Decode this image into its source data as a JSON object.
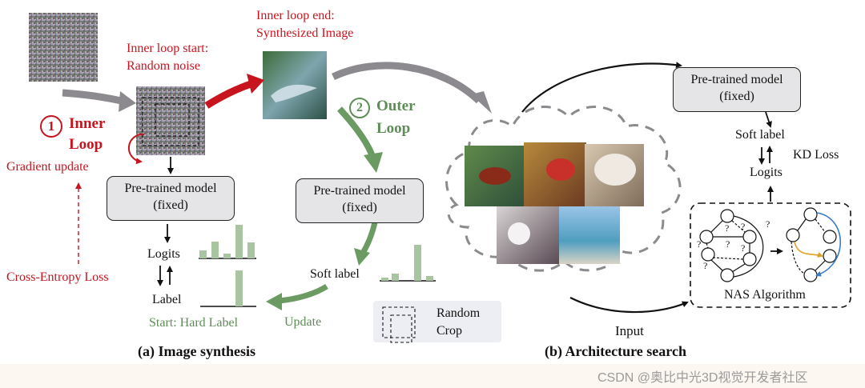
{
  "left": {
    "inner_start": [
      "Inner loop start:",
      "Random noise"
    ],
    "inner_end": [
      "Inner loop end:",
      "Synthesized Image"
    ],
    "step1_number": "1",
    "step1_label": [
      "Inner",
      "Loop"
    ],
    "gradient_update": "Gradient update",
    "cross_entropy": "Cross-Entropy Loss",
    "model_box": [
      "Pre-trained model",
      "(fixed)"
    ],
    "logits": "Logits",
    "label": "Label",
    "start_hard_label": "Start: Hard Label",
    "caption": "(a) Image synthesis"
  },
  "middle": {
    "step2_number": "2",
    "step2_label": [
      "Outer",
      "Loop"
    ],
    "model_box": [
      "Pre-trained model",
      "(fixed)"
    ],
    "soft_label": "Soft label",
    "update": "Update",
    "legend_random_crop": [
      "Random",
      "Crop"
    ]
  },
  "right": {
    "model_box": [
      "Pre-trained model",
      "(fixed)"
    ],
    "soft_label": "Soft label",
    "kd_loss": "KD Loss",
    "logits": "Logits",
    "nas_algorithm": "NAS Algorithm",
    "input": "Input",
    "question_mark": "?",
    "caption": "(b) Architecture search"
  },
  "colors": {
    "red": "#c8141e",
    "green": "#6b9b63",
    "gray_arrow": "#8c8a8e",
    "box_fill": "#e5e5e7",
    "bar_green": "#a9c4a1"
  },
  "watermark": "CSDN @奥比中光3D视觉开发者社区"
}
